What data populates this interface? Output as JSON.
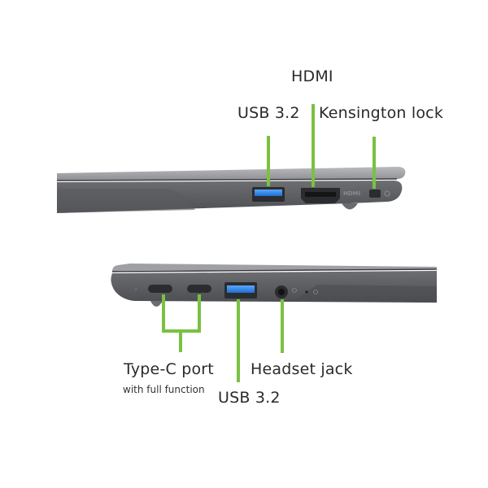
{
  "labels": {
    "hdmi": "HDMI",
    "usb_top": "USB 3.2",
    "kensington": "Kensington lock",
    "typec": "Type-C port",
    "typec_sub": "with full function",
    "headset": "Headset jack",
    "usb_bottom": "USB 3.2"
  },
  "engraved": {
    "hdmi_logo": "HDMI"
  },
  "colors": {
    "callout_line": "#7ac142",
    "usb_port": "#1e73d8",
    "chassis": "#5f6064"
  }
}
